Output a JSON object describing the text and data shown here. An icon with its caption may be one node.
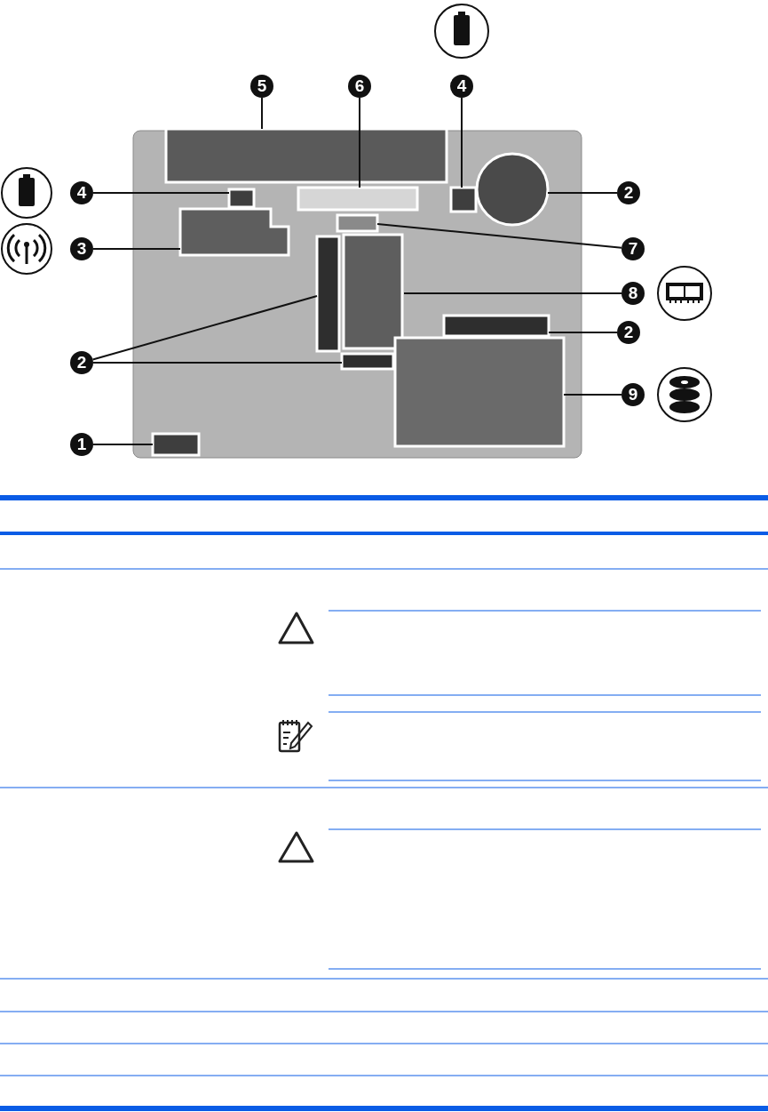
{
  "diagram": {
    "nodes": [
      {
        "text": [
          "5"
        ]
      },
      {
        "text": [
          "6"
        ]
      },
      {
        "text": [
          "4"
        ]
      },
      {
        "text": [
          "4"
        ]
      },
      {
        "text": [
          "2"
        ]
      },
      {
        "text": [
          "3"
        ]
      },
      {
        "text": [
          "7"
        ]
      },
      {
        "text": [
          "8"
        ]
      },
      {
        "text": [
          "2"
        ]
      },
      {
        "text": [
          "2"
        ]
      },
      {
        "text": [
          "9"
        ]
      },
      {
        "text": [
          "1"
        ]
      }
    ],
    "edges": [
      {
        "from": 0,
        "to": null,
        "arrow": "none"
      },
      {
        "from": 1,
        "to": null,
        "arrow": "none"
      },
      {
        "from": 2,
        "to": null,
        "arrow": "none"
      },
      {
        "from": 3,
        "to": null,
        "arrow": "none"
      },
      {
        "from": 4,
        "to": null,
        "arrow": "none"
      },
      {
        "from": 5,
        "to": null,
        "arrow": "none"
      },
      {
        "from": 6,
        "to": null,
        "arrow": "none"
      },
      {
        "from": 7,
        "to": null,
        "arrow": "none"
      },
      {
        "from": 8,
        "to": null,
        "arrow": "none"
      },
      {
        "from": 9,
        "to": null,
        "arrow": "none"
      },
      {
        "from": 9,
        "to": null,
        "arrow": "none"
      },
      {
        "from": 10,
        "to": null,
        "arrow": "none"
      },
      {
        "from": 11,
        "to": null,
        "arrow": "none"
      }
    ]
  }
}
